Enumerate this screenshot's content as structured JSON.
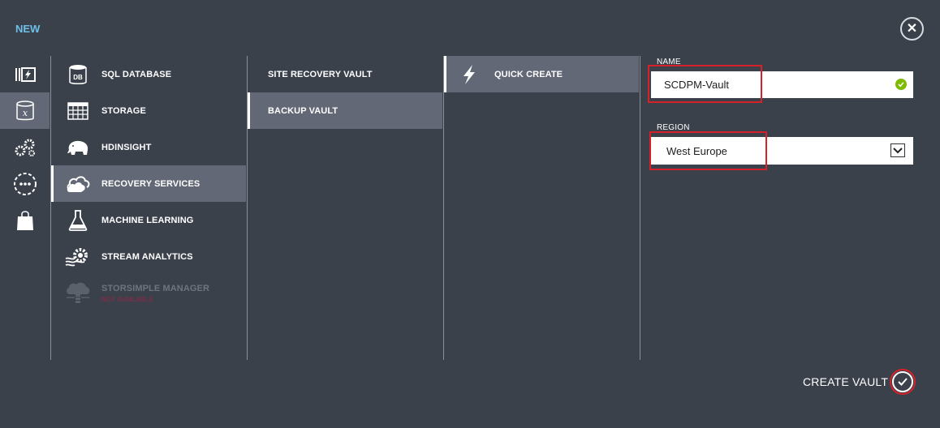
{
  "header": {
    "title": "NEW"
  },
  "services": {
    "items": [
      {
        "label": "SQL DATABASE"
      },
      {
        "label": "STORAGE"
      },
      {
        "label": "HDINSIGHT"
      },
      {
        "label": "RECOVERY SERVICES"
      },
      {
        "label": "MACHINE LEARNING"
      },
      {
        "label": "STREAM ANALYTICS"
      },
      {
        "label": "STORSIMPLE MANAGER",
        "sublabel": "NOT AVAILABLE"
      }
    ]
  },
  "vault_types": {
    "items": [
      {
        "label": "SITE RECOVERY VAULT"
      },
      {
        "label": "BACKUP VAULT"
      }
    ]
  },
  "actions": {
    "items": [
      {
        "label": "QUICK CREATE"
      }
    ]
  },
  "form": {
    "name_label": "NAME",
    "name_value": "SCDPM-Vault",
    "region_label": "REGION",
    "region_value": "West Europe"
  },
  "footer": {
    "create_label": "CREATE VAULT"
  },
  "colors": {
    "accent": "#6dc0e8",
    "background": "#3b414b",
    "selected": "#626875",
    "highlight": "#d6212a",
    "valid": "#7dba00"
  }
}
